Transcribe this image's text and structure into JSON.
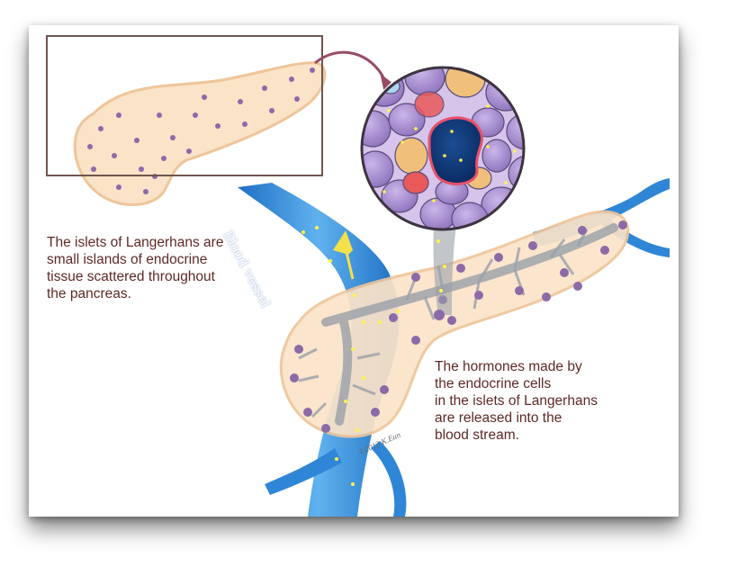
{
  "caption_left": "The islets of Langerhans are\nsmall islands of endocrine\ntissue scattered throughout\nthe pancreas.",
  "caption_right": "The hormones made by\nthe endocrine cells\nin the islets of Langerhans\nare released into the\nblood stream.",
  "vessel_label": "Blood vessel",
  "credit": "©2013 K.Eun",
  "colors": {
    "pancreas_fill": "#fbe3c8",
    "pancreas_edge": "#efc59a",
    "islet_dot": "#8c6aa8",
    "inset_box": "#6f5650",
    "zoom_arrow": "#9a4a64",
    "blood_vessel": "#2f86d6",
    "vessel_light": "#9fd3f5",
    "duct": "#9aa0a8",
    "cell_purple": "#a98fcf",
    "cell_orange": "#f0c07a",
    "cell_red": "#e85a5a",
    "hormone": "#fff34a",
    "caption_text": "#5e2a26"
  }
}
